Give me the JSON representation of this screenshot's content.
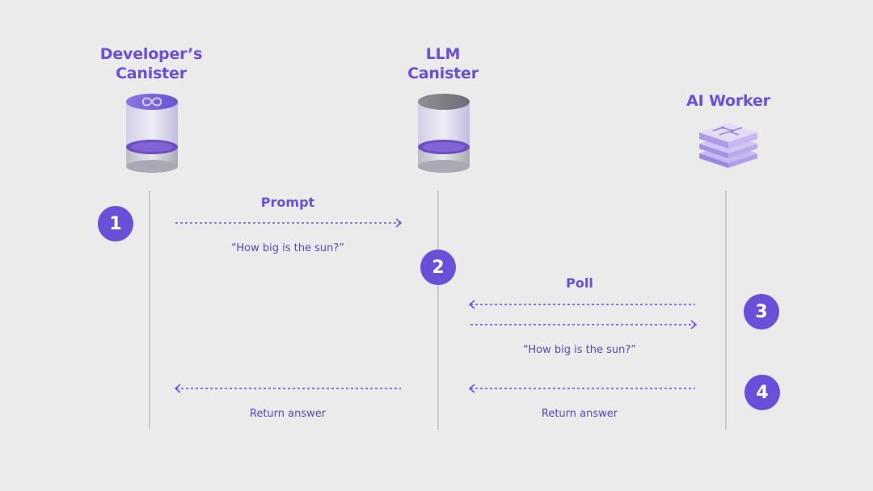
{
  "actors": [
    {
      "title": "Developer’s\nCanister",
      "icon": "canister-icon"
    },
    {
      "title": "LLM\nCanister",
      "icon": "canister-icon"
    },
    {
      "title": "AI Worker",
      "icon": "ai-worker-stack-icon"
    }
  ],
  "steps": [
    "1",
    "2",
    "3",
    "4"
  ],
  "messages": {
    "prompt_label": "Prompt",
    "prompt_text": "“How big is the sun?”",
    "poll_label": "Poll",
    "poll_text": "“How big is the sun?”",
    "return_left": "Return answer",
    "return_right": "Return answer"
  },
  "colors": {
    "accent": "#6a4fd8",
    "background": "#ebebeb",
    "lifeline": "#c9c9c9"
  }
}
